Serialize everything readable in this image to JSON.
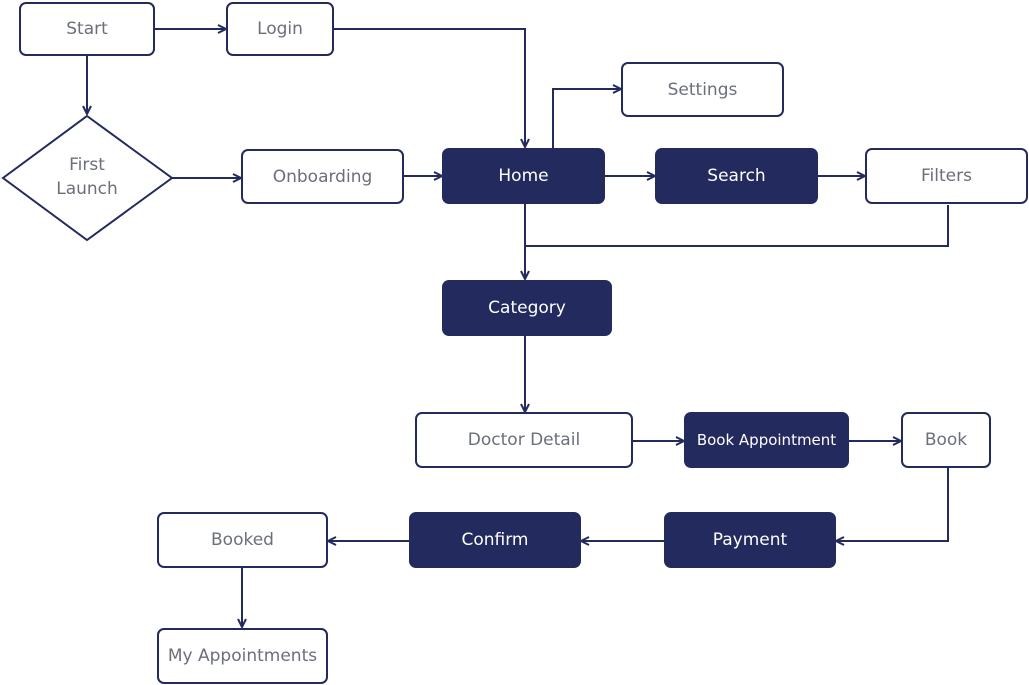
{
  "colors": {
    "accent": "#232a5e",
    "outline_text": "#6b6f7a",
    "background": "#ffffff"
  },
  "nodes": {
    "start": "Start",
    "login": "Login",
    "first_launch": [
      "First",
      "Launch"
    ],
    "onboarding": "Onboarding",
    "home": "Home",
    "settings": "Settings",
    "search": "Search",
    "filters": "Filters",
    "category": "Category",
    "doctor_detail": "Doctor Detail",
    "book_appointment": "Book Appointment",
    "book": "Book",
    "payment": "Payment",
    "confirm": "Confirm",
    "booked": "Booked",
    "my_appointments": "My Appointments"
  },
  "edges": [
    {
      "from": "start",
      "to": "login"
    },
    {
      "from": "start",
      "to": "first_launch"
    },
    {
      "from": "first_launch",
      "to": "onboarding"
    },
    {
      "from": "onboarding",
      "to": "home"
    },
    {
      "from": "login",
      "to": "home"
    },
    {
      "from": "home",
      "to": "settings"
    },
    {
      "from": "home",
      "to": "search"
    },
    {
      "from": "search",
      "to": "filters"
    },
    {
      "from": "filters",
      "to": "category"
    },
    {
      "from": "home",
      "to": "category"
    },
    {
      "from": "category",
      "to": "doctor_detail"
    },
    {
      "from": "doctor_detail",
      "to": "book_appointment"
    },
    {
      "from": "book_appointment",
      "to": "book"
    },
    {
      "from": "book",
      "to": "payment"
    },
    {
      "from": "payment",
      "to": "confirm"
    },
    {
      "from": "confirm",
      "to": "booked"
    },
    {
      "from": "booked",
      "to": "my_appointments"
    }
  ]
}
